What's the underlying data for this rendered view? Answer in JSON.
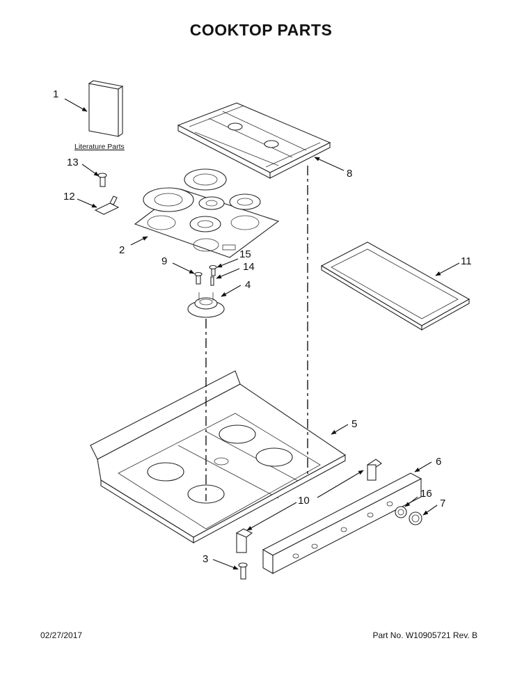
{
  "header": {
    "title": "COOKTOP PARTS"
  },
  "footer": {
    "date": "02/27/2017",
    "part_no": "Part No.  W10905721  Rev.  B"
  },
  "diagram": {
    "literature_label": "Literature Parts",
    "callouts": {
      "c1": "1",
      "c2": "2",
      "c3": "3",
      "c4": "4",
      "c5": "5",
      "c6": "6",
      "c7": "7",
      "c8": "8",
      "c9": "9",
      "c10": "10",
      "c11": "11",
      "c12": "12",
      "c13": "13",
      "c14": "14",
      "c15": "15",
      "c16": "16"
    }
  }
}
